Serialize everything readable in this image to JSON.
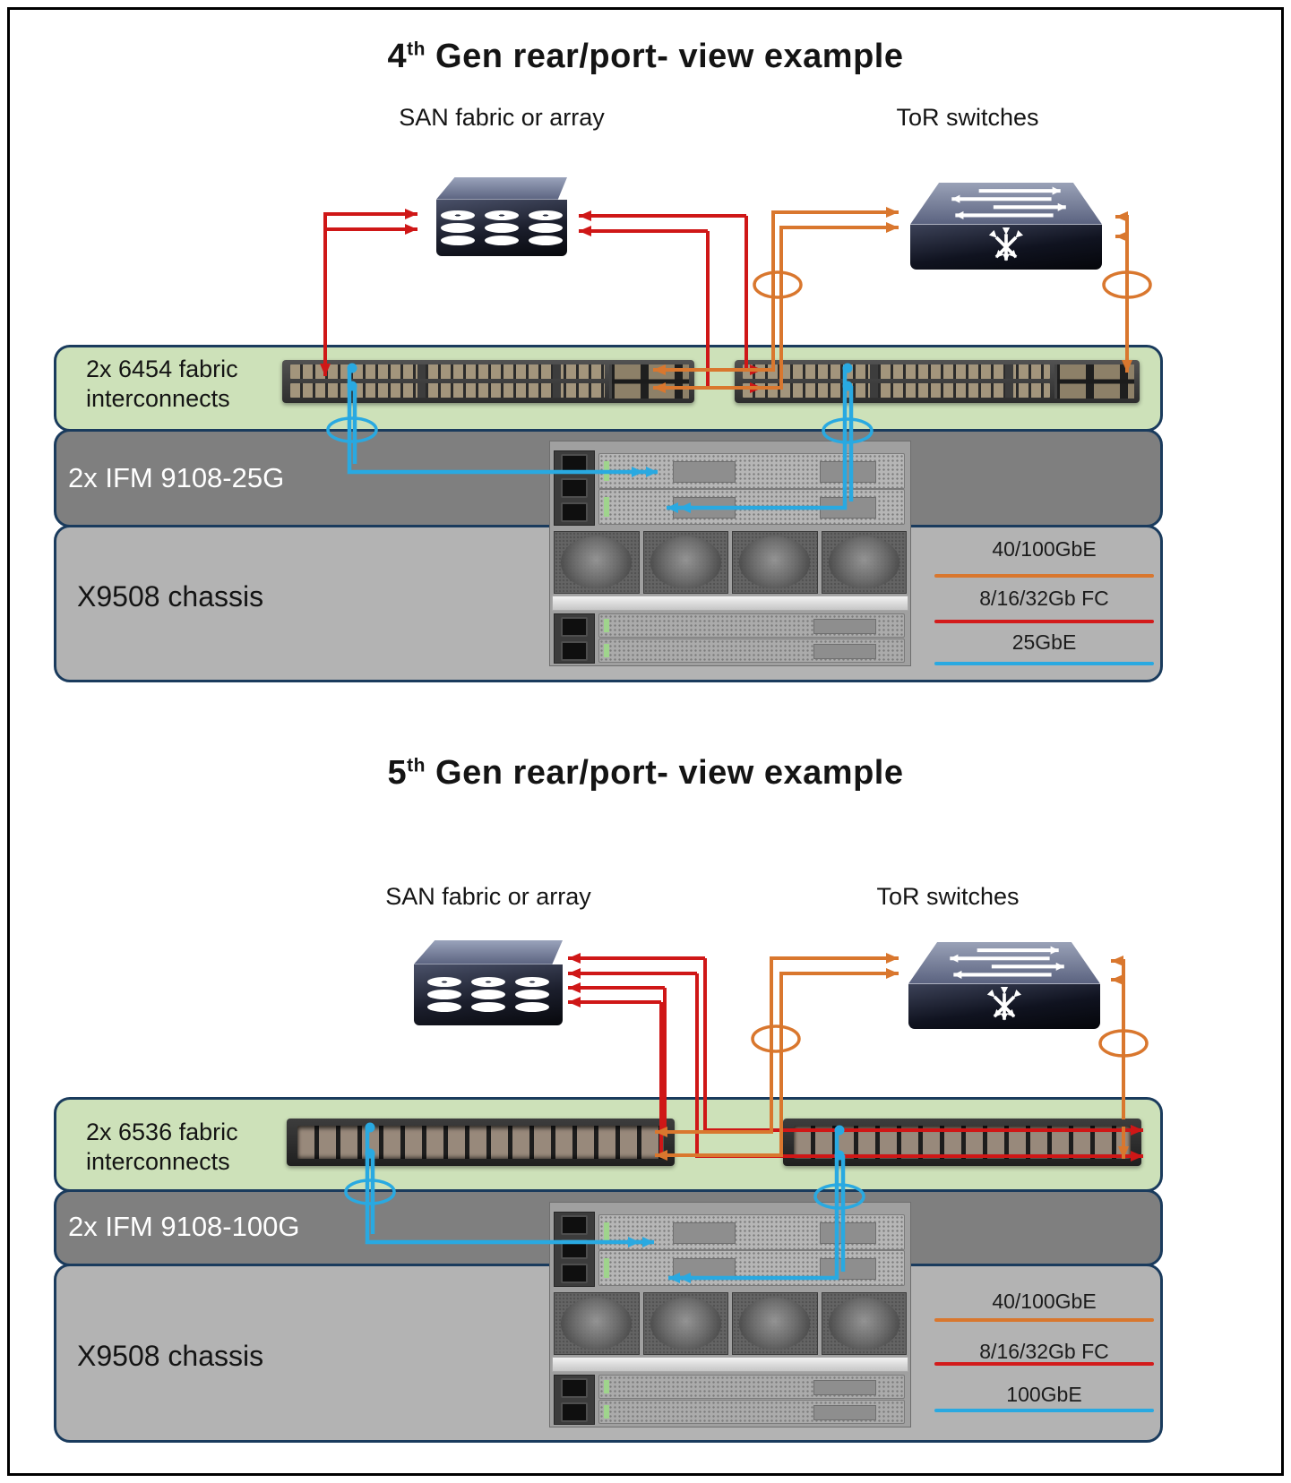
{
  "icons": {
    "san": "storage-array-icon",
    "tor": "tor-switch-icon",
    "bundle": "cable-bundle-loop"
  },
  "colors": {
    "eth_40_100gbe": "#d9772e",
    "fibre_channel": "#d31b1b",
    "eth_access_blue": "#29a9e1",
    "band_green": "#cde1b9",
    "band_dark_gray": "#7f7f7f",
    "band_light_gray": "#b3b3b3",
    "border_navy": "#1a3b5d"
  },
  "sections": [
    {
      "title": {
        "num": "4",
        "sup": "th",
        "rest": " Gen rear/port- view example"
      },
      "san_label": "SAN fabric or array",
      "tor_label": "ToR switches",
      "fi_label": "2x 6454 fabric interconnects",
      "ifm_label": "2x IFM 9108-25G",
      "chassis_label": "X9508 chassis",
      "legend": [
        {
          "label": "40/100GbE",
          "color": "#d9772e"
        },
        {
          "label": "8/16/32Gb FC",
          "color": "#d31b1b"
        },
        {
          "label": "25GbE",
          "color": "#29a9e1"
        }
      ]
    },
    {
      "title": {
        "num": "5",
        "sup": "th",
        "rest": " Gen rear/port- view example"
      },
      "san_label": "SAN fabric or array",
      "tor_label": "ToR switches",
      "fi_label": "2x 6536 fabric interconnects",
      "ifm_label": "2x IFM 9108-100G",
      "chassis_label": "X9508 chassis",
      "legend": [
        {
          "label": "40/100GbE",
          "color": "#d9772e"
        },
        {
          "label": "8/16/32Gb FC",
          "color": "#d31b1b"
        },
        {
          "label": "100GbE",
          "color": "#29a9e1"
        }
      ]
    }
  ]
}
